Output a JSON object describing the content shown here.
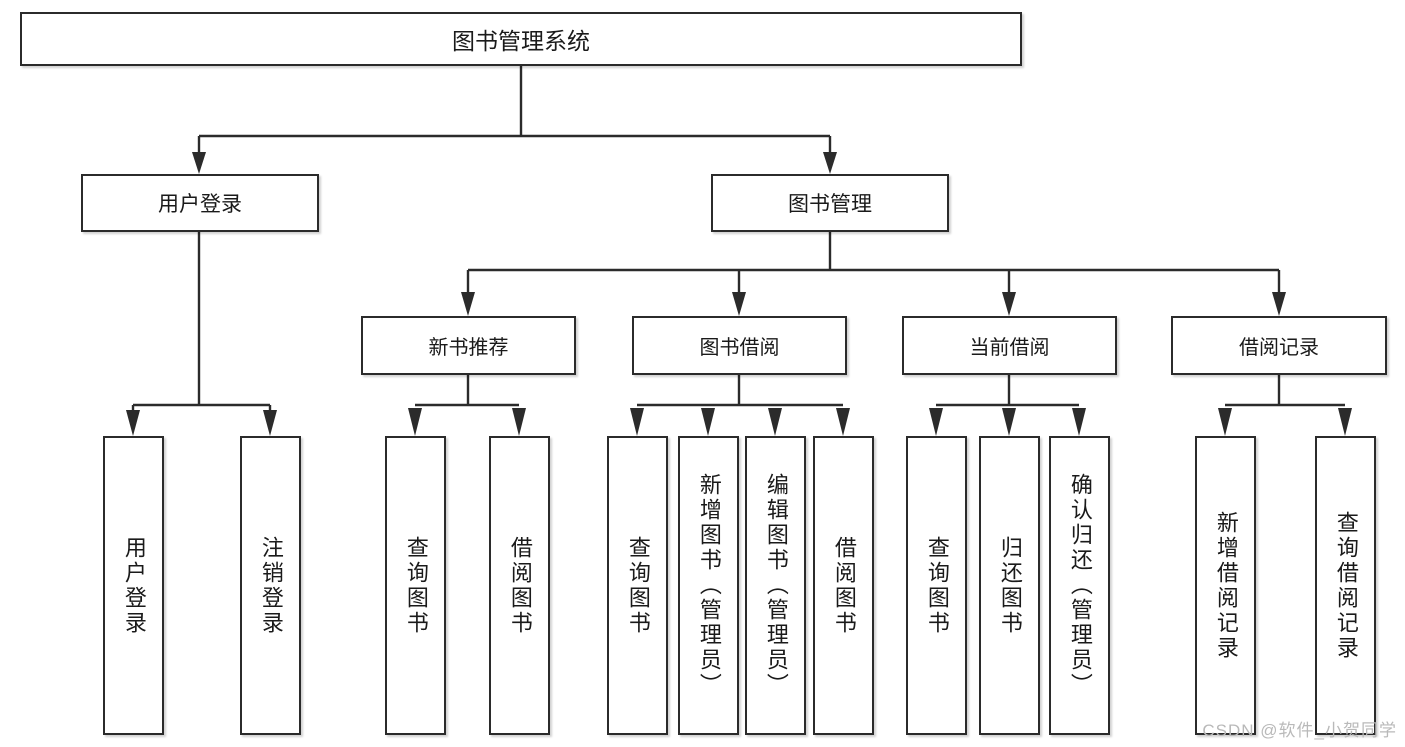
{
  "diagram": {
    "title": "图书管理系统",
    "type": "tree",
    "root": {
      "label": "图书管理系统"
    },
    "level2": [
      {
        "id": "user-login",
        "label": "用户登录"
      },
      {
        "id": "book-manage",
        "label": "图书管理"
      }
    ],
    "level3": [
      {
        "id": "new-book-rec",
        "label": "新书推荐",
        "parent": "book-manage"
      },
      {
        "id": "book-borrow",
        "label": "图书借阅",
        "parent": "book-manage"
      },
      {
        "id": "current-borrow",
        "label": "当前借阅",
        "parent": "book-manage"
      },
      {
        "id": "borrow-record",
        "label": "借阅记录",
        "parent": "book-manage"
      }
    ],
    "leaves": {
      "user_login": [
        {
          "id": "leaf-user-login",
          "label": "用户登录"
        },
        {
          "id": "leaf-logout",
          "label": "注销登录"
        }
      ],
      "new_book_rec": [
        {
          "id": "leaf-query-book-1",
          "label": "查询图书"
        },
        {
          "id": "leaf-borrow-book-1",
          "label": "借阅图书"
        }
      ],
      "book_borrow": [
        {
          "id": "leaf-query-book-2",
          "label": "查询图书"
        },
        {
          "id": "leaf-add-book",
          "label": "新增图书（管理员）"
        },
        {
          "id": "leaf-edit-book",
          "label": "编辑图书（管理员）"
        },
        {
          "id": "leaf-borrow-book-2",
          "label": "借阅图书"
        }
      ],
      "current_borrow": [
        {
          "id": "leaf-query-book-3",
          "label": "查询图书"
        },
        {
          "id": "leaf-return-book",
          "label": "归还图书"
        },
        {
          "id": "leaf-confirm-return",
          "label": "确认归还（管理员）"
        }
      ],
      "borrow_record": [
        {
          "id": "leaf-add-record",
          "label": "新增借阅记录"
        },
        {
          "id": "leaf-query-record",
          "label": "查询借阅记录"
        }
      ]
    }
  },
  "watermark": {
    "text": "CSDN @软件_小贺同学"
  },
  "colors": {
    "stroke": "#2b2b2b",
    "fill": "#ffffff",
    "text": "#1a1a1a",
    "watermark": "#b9b9b9"
  }
}
